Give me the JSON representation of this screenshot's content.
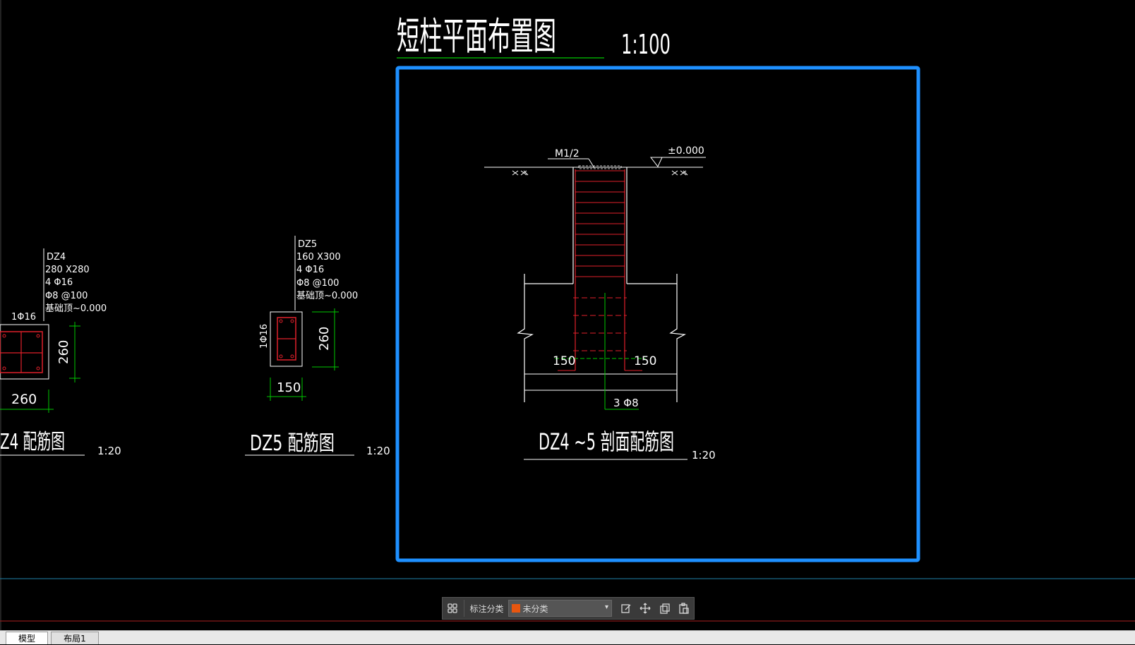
{
  "drawing": {
    "main_title": "短柱平面布置图",
    "main_scale": "1:100",
    "dz4": {
      "name": "DZ4",
      "size": "280 X280",
      "rebar": "4 Φ16",
      "stirrup": "Φ8 @100",
      "base": "基础顶~0.000",
      "corner_bar": "1Φ16",
      "dim_h": "260",
      "dim_w": "260",
      "title": "Z4 配筋图",
      "scale": "1:20"
    },
    "dz5": {
      "name": "DZ5",
      "size": "160 X300",
      "rebar": "4 Φ16",
      "stirrup": "Φ8 @100",
      "base": "基础顶~0.000",
      "side_bar": "1Φ16",
      "dim_h": "260",
      "dim_w": "150",
      "title": "DZ5 配筋图",
      "scale": "1:20"
    },
    "section": {
      "label_m": "M1/2",
      "elevation": "±0.000",
      "dim_left": "150",
      "dim_right": "150",
      "bottom_bar": "3 Φ8",
      "title": "DZ4 ~5 剖面配筋图",
      "scale": "1:20"
    },
    "colors": {
      "selection": "#1e90ff",
      "rebar": "#e0202a",
      "dim": "#00c800",
      "line": "#ffffff",
      "section_line": "#1a6a8a"
    }
  },
  "toolbar": {
    "grid_icon": "grid-icon",
    "label": "标注分类",
    "dropdown_value": "未分类",
    "swatch_color": "#e8560f",
    "icons": [
      "edit-icon",
      "move-icon",
      "copy-icon",
      "paste-icon"
    ]
  },
  "tabs": {
    "model": "模型",
    "layout": "布局1"
  }
}
